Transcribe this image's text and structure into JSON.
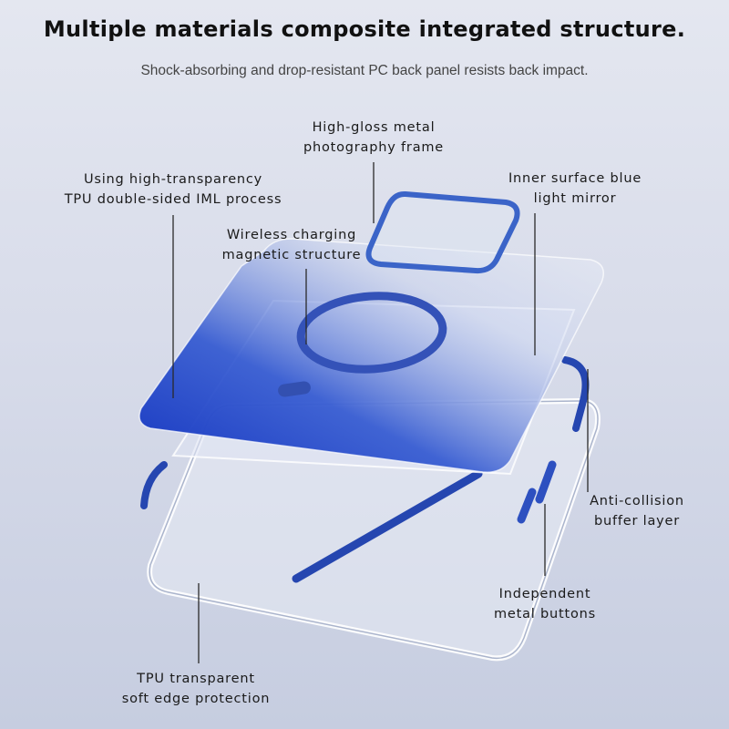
{
  "title": "Multiple materials composite integrated structure.",
  "subtitle": "Shock-absorbing and drop-resistant PC back panel resists back impact.",
  "colors": {
    "accent_blue": "#1c3fc4",
    "frame_blue": "#3b64c8",
    "leader_line": "#2a2a2a"
  },
  "callouts": [
    {
      "id": "metal-frame",
      "lines": [
        "High-gloss metal",
        "photography frame"
      ]
    },
    {
      "id": "tpu-iml",
      "lines": [
        "Using high-transparency",
        "TPU double-sided IML process"
      ]
    },
    {
      "id": "wireless",
      "lines": [
        "Wireless charging",
        "magnetic structure"
      ]
    },
    {
      "id": "mirror",
      "lines": [
        "Inner surface blue",
        "light mirror"
      ]
    },
    {
      "id": "anti-collision",
      "lines": [
        "Anti-collision",
        "buffer layer"
      ]
    },
    {
      "id": "buttons",
      "lines": [
        "Independent",
        "metal buttons"
      ]
    },
    {
      "id": "soft-edge",
      "lines": [
        "TPU transparent",
        "soft edge protection"
      ]
    }
  ]
}
